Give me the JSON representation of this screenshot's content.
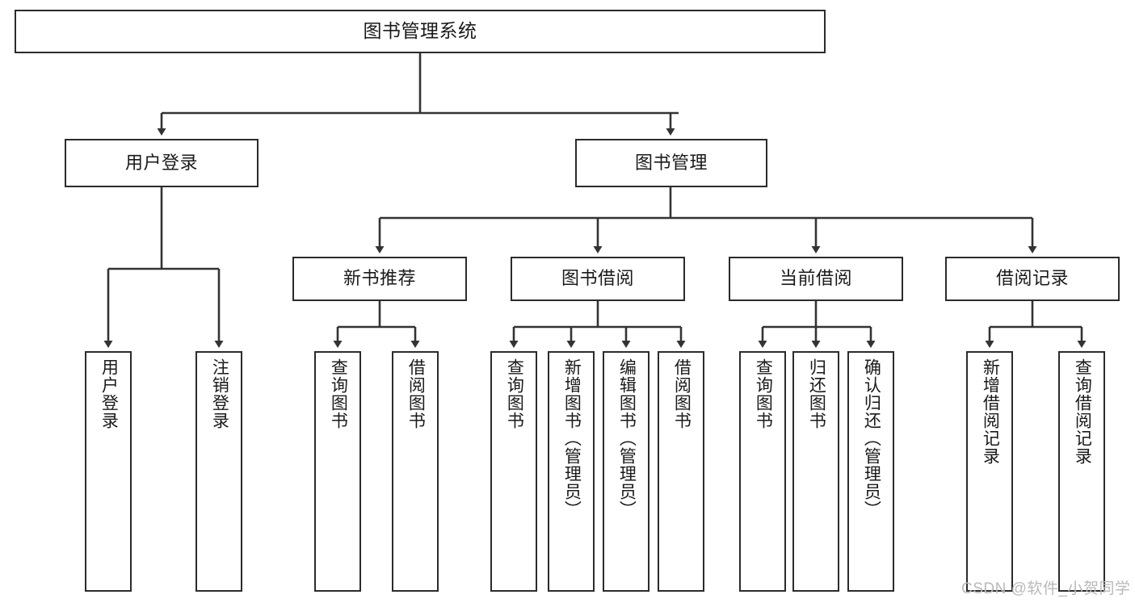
{
  "diagram": {
    "title": "图书管理系统",
    "type": "tree",
    "colors": {
      "border": "#2b2b2b",
      "edge": "#333333",
      "background": "#ffffff",
      "text": "#1a1a1a",
      "watermark": "#b9b9b9"
    },
    "watermark": "CSDN @软件_小贺同学",
    "nodes": {
      "root": {
        "label": "图书管理系统"
      },
      "level2": [
        {
          "label": "用户登录"
        },
        {
          "label": "图书管理"
        }
      ],
      "level3": [
        {
          "label": "新书推荐"
        },
        {
          "label": "图书借阅"
        },
        {
          "label": "当前借阅"
        },
        {
          "label": "借阅记录"
        }
      ],
      "leaves_user_login": [
        {
          "label": "用户登录"
        },
        {
          "label": "注销登录"
        }
      ],
      "leaves_new_book": [
        {
          "label": "查询图书"
        },
        {
          "label": "借阅图书"
        }
      ],
      "leaves_borrow": [
        {
          "label": "查询图书"
        },
        {
          "label": "新增图书（管理员）"
        },
        {
          "label": "编辑图书（管理员）"
        },
        {
          "label": "借阅图书"
        }
      ],
      "leaves_current": [
        {
          "label": "查询图书"
        },
        {
          "label": "归还图书"
        },
        {
          "label": "确认归还（管理员）"
        }
      ],
      "leaves_records": [
        {
          "label": "新增借阅记录"
        },
        {
          "label": "查询借阅记录"
        }
      ]
    }
  }
}
